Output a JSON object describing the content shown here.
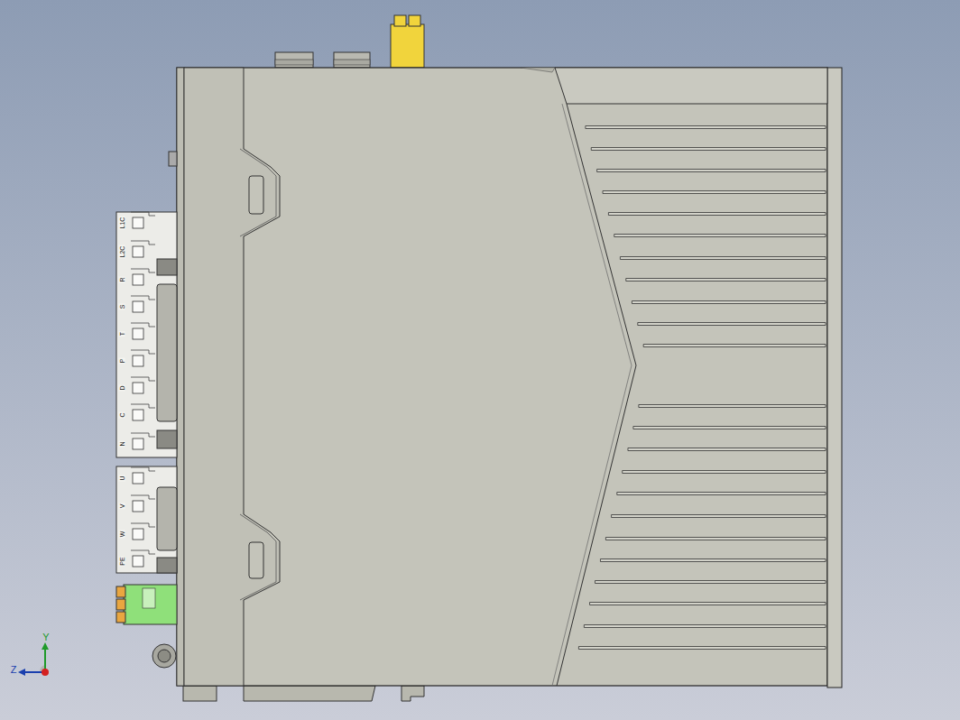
{
  "diagram": {
    "labels": [
      "L1C",
      "L2C",
      "R",
      "S",
      "T",
      "P",
      "D",
      "C",
      "N",
      "U",
      "V",
      "W",
      "PE",
      "Y",
      "Z"
    ]
  }
}
